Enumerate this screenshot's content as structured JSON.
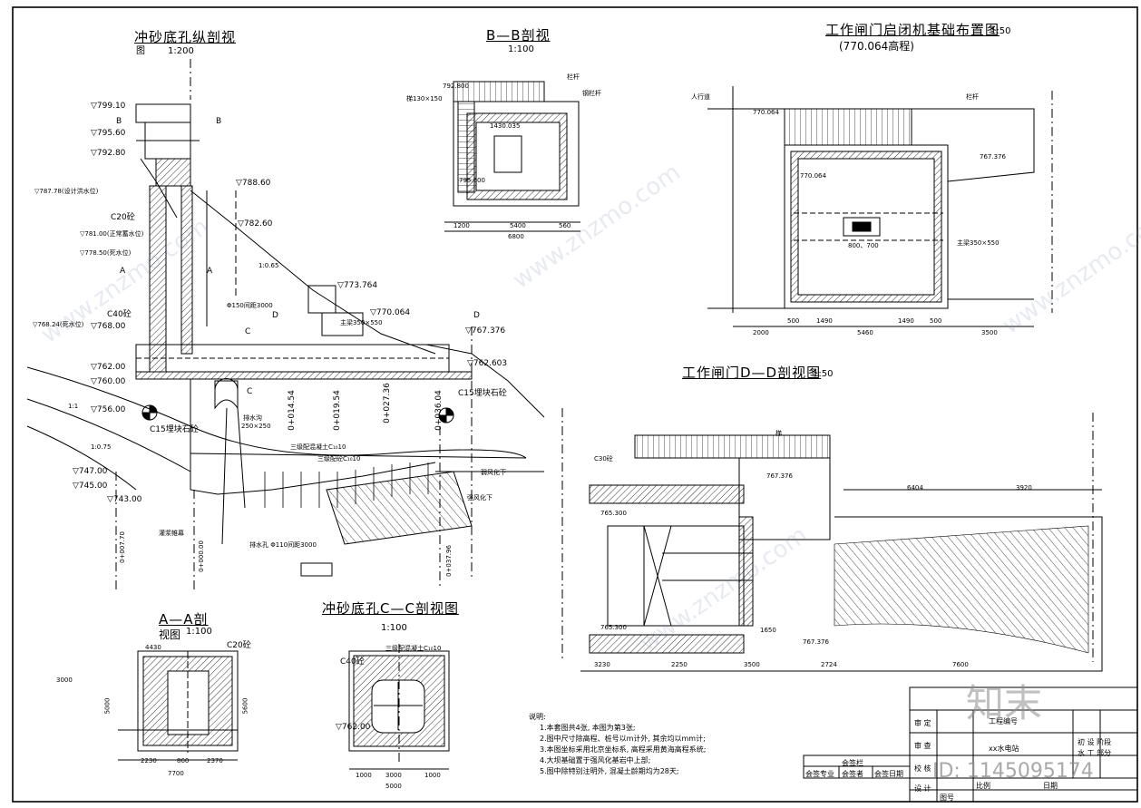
{
  "views": {
    "longitudinal": {
      "title": "冲砂底孔纵剖视",
      "title_suffix": "图",
      "scale": "1:200"
    },
    "bb": {
      "title": "B—B剖视",
      "scale": "1:100"
    },
    "hoist_plan": {
      "title": "工作闸门启闭机基础布置图",
      "scale": "1:50",
      "subtitle": "(770.064高程)"
    },
    "dd": {
      "title": "工作闸门D—D剖视图",
      "scale": "1:50"
    },
    "aa": {
      "title": "A—A剖",
      "title2": "视图",
      "scale": "1:100"
    },
    "cc": {
      "title": "冲砂底孔C—C剖视图",
      "scale": "1:100"
    }
  },
  "elevations": [
    "▽799.10",
    "▽795.60",
    "▽792.80",
    "▽787.78(设计洪水位)",
    "▽781.00(正常蓄水位)",
    "▽778.50(死水位)",
    "▽788.60",
    "▽782.60",
    "▽773.764",
    "▽770.064",
    "▽768.24(死水位)",
    "▽768.00",
    "▽767.376",
    "▽762.603",
    "▽762.00",
    "▽760.00",
    "▽756.00",
    "▽747.00",
    "▽745.00",
    "▽743.00"
  ],
  "long_labels": [
    "C20砼",
    "C40砼",
    "C15埋块石砼",
    "C15埋块石砼",
    "排水沟",
    "250×250",
    "三级配混凝土C₁₀10",
    "三级配砼C₁₀10",
    "强风化下",
    "弱风化下",
    "灌浆帷幕",
    "排水孔 Φ110间距3000",
    "Φ150间距3000",
    "主梁350×550",
    "0+007.70",
    "0+000.00",
    "0+014.54",
    "0+019.54",
    "0+027.36",
    "0+036.04",
    "0+037.96",
    "1:0.75",
    "1:0.65",
    "1:1",
    "A",
    "A",
    "B",
    "B",
    "C",
    "C",
    "D",
    "D"
  ],
  "bb_labels": [
    "792.800",
    "1430.035",
    "795.600",
    "5400",
    "6800",
    "1200",
    "560",
    "栏杆",
    "钢栏杆",
    "梯130×150"
  ],
  "hoist_labels": [
    "770.064",
    "767.376",
    "770.064",
    "800、700",
    "5460",
    "3500",
    "2000",
    "500",
    "1490",
    "1490",
    "500",
    "人行道",
    "栏杆",
    "主梁350×550"
  ],
  "dd_labels": [
    "767.376",
    "765.300",
    "765.300",
    "767.376",
    "6404",
    "3920",
    "3230",
    "2250",
    "3500",
    "2724",
    "7600",
    "1650",
    "C30砼",
    "梯"
  ],
  "aa_labels": [
    "C20砼",
    "4430",
    "2230",
    "860",
    "2370",
    "7700",
    "5000",
    "5600",
    "3000"
  ],
  "cc_labels": [
    "C40砼",
    "三级配混凝土C₁₀10",
    "▽762.00",
    "3000",
    "5000",
    "1000",
    "1000"
  ],
  "notes": {
    "heading": "说明:",
    "items": [
      "1.本套图共4张, 本图为第3张;",
      "2.图中尺寸除高程、桩号以m计外, 其余均以mm计;",
      "3.本图坐标采用北京坐标系, 高程采用黄海高程系统;",
      "4.大坝基础置于强风化基岩中上部;",
      "5.图中除特别注明外, 混凝土龄期均为28天;"
    ]
  },
  "title_block": {
    "review": "审 定",
    "check": "审 查",
    "proofread": "校 核",
    "design": "设 计",
    "project_no_label": "工程编号",
    "station": "xx水电站",
    "phase_label": "初 设 阶段",
    "dept": "水 工 部分",
    "scale_label": "比例",
    "date_label": "日期",
    "drawing_no_label": "图号",
    "sign_area": "会签栏",
    "sign_cols": [
      "会签专业",
      "会签者",
      "会签日期"
    ]
  },
  "stamp": {
    "brand": "知末",
    "id": "ID: 1145095174"
  },
  "watermark": "www.znzmo.com",
  "colors": {
    "line": "#000000",
    "watermark": "#8aa0bd"
  }
}
